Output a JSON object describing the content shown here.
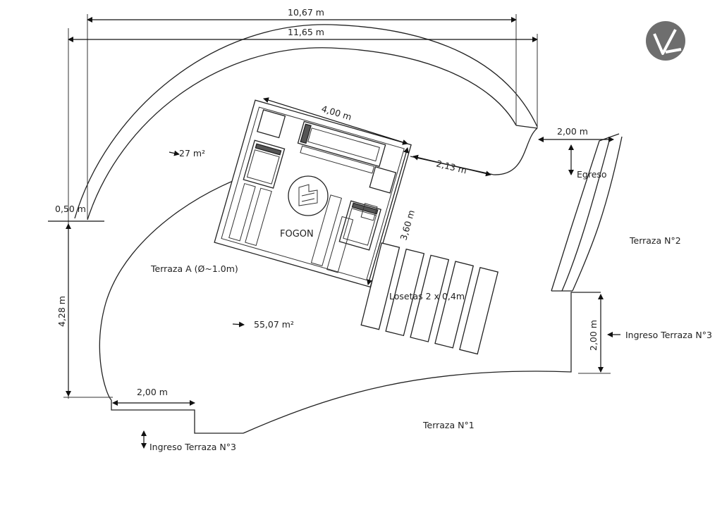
{
  "dimensions": {
    "width_total_inner": "10,67 m",
    "width_total_outer": "11,65 m",
    "wall_thickness": "0,50 m",
    "left_height": "4,28 m",
    "bottom_entry_width": "2,00 m",
    "right_entry_width": "2,00 m",
    "right_entry_height": "2,00 m",
    "fogon_width": "4,00 m",
    "fogon_depth": "3,60 m",
    "fogon_offset": "2,13 m"
  },
  "labels": {
    "area_small": "27 m²",
    "area_large": "55,07 m²",
    "fogon": "FOGON",
    "terraza_a": "Terraza A (Ø~1.0m)",
    "losetas": "Losetas 2 x 0,4m",
    "egreso": "Egreso",
    "terraza_2": "Terraza N°2",
    "terraza_1": "Terraza N°1",
    "ingreso_right": "Ingreso Terraza N°3",
    "ingreso_bottom": "Ingreso Terraza N°3"
  },
  "icons": {
    "logo": "brand-logo-icon",
    "fogon_symbol": "fire-pit-symbol-icon"
  },
  "colors": {
    "line": "#222222",
    "logo_bg": "#6e6e6e",
    "seat_fill": "#555555"
  }
}
